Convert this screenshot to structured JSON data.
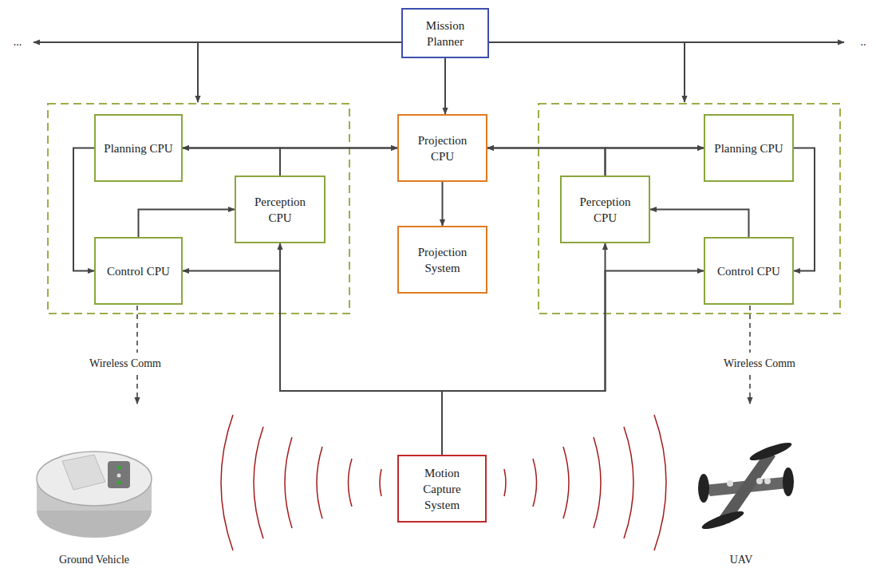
{
  "diagram": {
    "nodes": [
      {
        "text": [
          "Mission Planner"
        ]
      },
      {
        "text": [
          "Planning CPU"
        ]
      },
      {
        "text": [
          "Projection CPU"
        ]
      },
      {
        "text": [
          "Planning CPU"
        ]
      },
      {
        "text": [
          "Perception CPU"
        ]
      },
      {
        "text": [
          "Perception CPU"
        ]
      },
      {
        "text": [
          "Projection System"
        ]
      },
      {
        "text": [
          "Control CPU"
        ]
      },
      {
        "text": [
          "Control CPU"
        ]
      },
      {
        "text": [
          "Motion Capture System"
        ]
      }
    ],
    "edges": [
      {
        "from": 0,
        "to": 2,
        "arrow": "to"
      },
      {
        "from": 1,
        "to": 2,
        "arrow": "both"
      },
      {
        "from": 4,
        "to": 1,
        "arrow": "to"
      },
      {
        "from": 4,
        "to": 2,
        "arrow": "to"
      },
      {
        "from": 2,
        "to": 3,
        "arrow": "both"
      },
      {
        "from": 5,
        "to": 3,
        "arrow": "to"
      },
      {
        "from": 5,
        "to": 2,
        "arrow": "to"
      },
      {
        "from": 2,
        "to": 6,
        "arrow": "to"
      },
      {
        "from": 1,
        "to": 7,
        "arrow": "to"
      },
      {
        "from": 7,
        "to": 4,
        "arrow": "to"
      },
      {
        "from": 3,
        "to": 8,
        "arrow": "to"
      },
      {
        "from": 8,
        "to": 5,
        "arrow": "to"
      },
      {
        "from": 9,
        "to": 4,
        "arrow": "to"
      },
      {
        "from": 9,
        "to": 7,
        "arrow": "to"
      },
      {
        "from": 9,
        "to": 5,
        "arrow": "to"
      },
      {
        "from": 9,
        "to": 8,
        "arrow": "to"
      }
    ],
    "labels": [
      "...",
      "..",
      "Wireless Comm",
      "Wireless Comm",
      "Ground Vehicle",
      "UAV"
    ]
  }
}
